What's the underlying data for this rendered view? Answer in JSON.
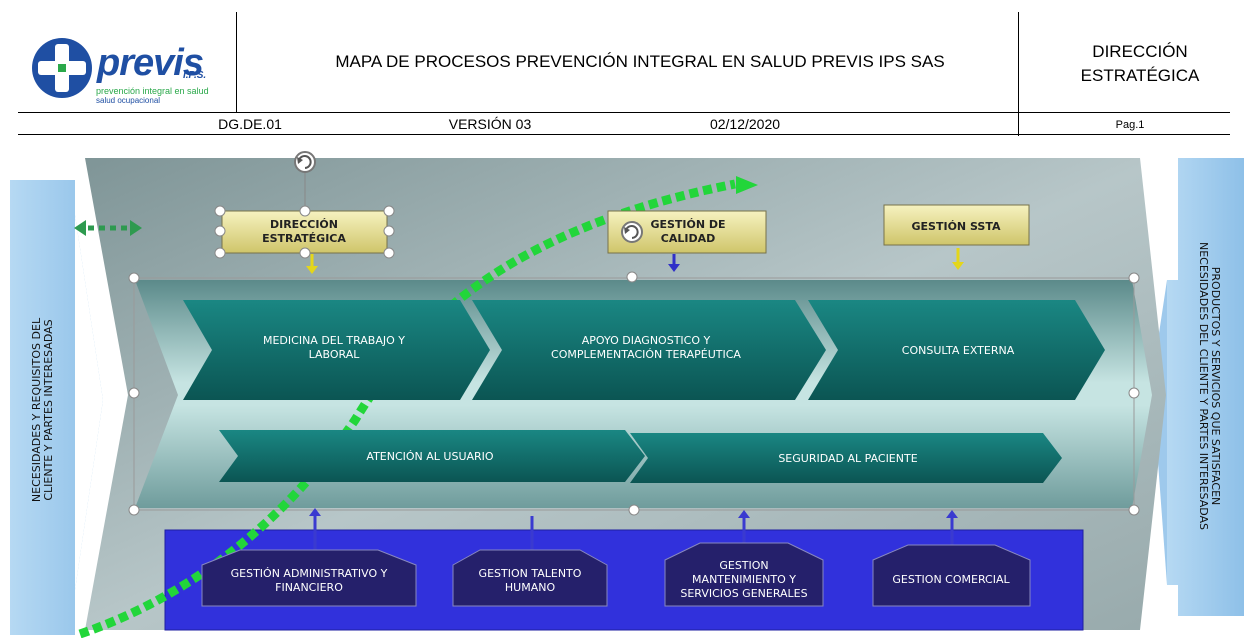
{
  "header": {
    "logo": {
      "name": "previs",
      "suffix": "I.P.S.",
      "tagline_1": "prevención integral en salud",
      "tagline_2": "salud ocupacional"
    },
    "title": "MAPA DE PROCESOS PREVENCIÓN INTEGRAL EN SALUD PREVIS IPS SAS",
    "department_line_1": "DIRECCIÓN",
    "department_line_2": "ESTRATÉGICA",
    "code": "DG.DE.01",
    "version": "VERSIÓN 03",
    "date": "02/12/2020",
    "page": "Pag.1"
  },
  "diagram": {
    "input_label_line_1": "NECESIDADES Y REQUISITOS DEL",
    "input_label_line_2": "CLIENTE Y PARTES  INTERESADAS",
    "output_label_line_1": "PRODUCTOS Y SERVICIOS QUE SATISFACEN",
    "output_label_line_2": "NECESIDADES DEL CLIENTE Y PARTES  INTERESADAS",
    "strategic": {
      "direccion": [
        "DIRECCIÓN",
        "ESTRATÉGICA"
      ],
      "calidad": [
        "GESTIÓN DE",
        "CALIDAD"
      ],
      "ssta": [
        "GESTIÓN SSTA"
      ]
    },
    "mission": {
      "medicina": [
        "MEDICINA DEL TRABAJO  Y",
        "LABORAL"
      ],
      "apoyo": [
        "APOYO  DIAGNOSTICO Y",
        "COMPLEMENTACIÓN  TERAPÉUTICA"
      ],
      "consulta": [
        "CONSULTA EXTERNA"
      ],
      "atencion": [
        "ATENCIÓN AL USUARIO"
      ],
      "seguridad": [
        "SEGURIDAD AL PACIENTE"
      ]
    },
    "support": {
      "administrativo": [
        "GESTIÓN ADMINISTRATIVO  Y",
        "FINANCIERO"
      ],
      "talento": [
        "GESTION TALENTO",
        "HUMANO"
      ],
      "mantenimiento": [
        "GESTION",
        "MANTENIMIENTO  Y",
        "SERVICIOS GENERALES"
      ],
      "comercial": [
        "GESTION COMERCIAL"
      ]
    },
    "colors": {
      "side_panel": "#9ec9ec",
      "frame_gray": "#8fa3a6",
      "teal_process": "#0f6f6b",
      "gold_box": "#e6e08e",
      "support_blue": "#3030d8",
      "support_box": "#25206b",
      "green_arrow": "#22d63a"
    },
    "icons": [
      "rotate-handle-icon",
      "two-way-arrow-icon",
      "down-arrow-icon",
      "up-arrow-icon"
    ]
  }
}
